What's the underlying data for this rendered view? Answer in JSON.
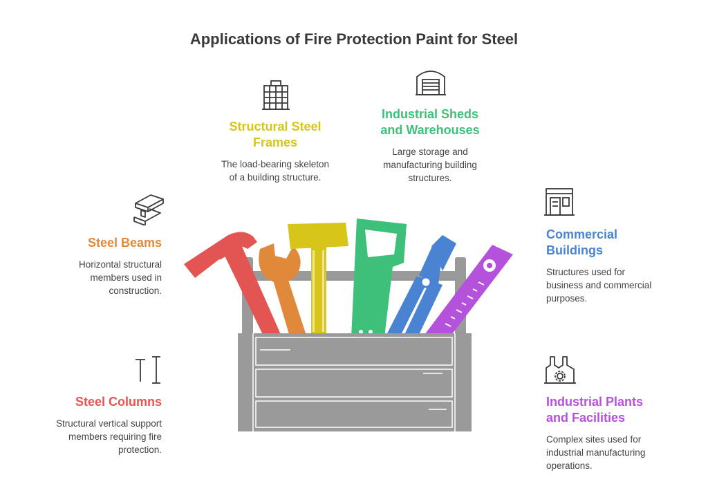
{
  "title": "Applications of Fire Protection Paint for Steel",
  "items": [
    {
      "heading": "Structural Steel Frames",
      "description": "The load-bearing skeleton of a building structure.",
      "color": "#d7c51a",
      "icon": "building-grid-icon"
    },
    {
      "heading": "Industrial Sheds and Warehouses",
      "description": "Large storage and manufacturing building structures.",
      "color": "#3ec07b",
      "icon": "warehouse-icon"
    },
    {
      "heading": "Steel Beams",
      "description": "Horizontal structural members used in construction.",
      "color": "#e0893a",
      "icon": "i-beam-icon"
    },
    {
      "heading": "Commercial Buildings",
      "description": "Structures used for business and commercial purposes.",
      "color": "#4a83d1",
      "icon": "storefront-icon"
    },
    {
      "heading": "Steel Columns",
      "description": "Structural vertical support members requiring fire protection.",
      "color": "#e35553",
      "icon": "column-icon"
    },
    {
      "heading": "Industrial Plants and Facilities",
      "description": "Complex sites used for industrial manufacturing operations.",
      "color": "#b552db",
      "icon": "factory-icon"
    }
  ],
  "toolbox": {
    "box_color": "#9a9a9a",
    "tools": [
      {
        "name": "hammer",
        "color": "#e35553"
      },
      {
        "name": "wrench",
        "color": "#e0893a"
      },
      {
        "name": "mallet",
        "color": "#d7c51a"
      },
      {
        "name": "saw",
        "color": "#3ec07b"
      },
      {
        "name": "pliers",
        "color": "#4a83d1"
      },
      {
        "name": "level",
        "color": "#b552db"
      }
    ]
  }
}
